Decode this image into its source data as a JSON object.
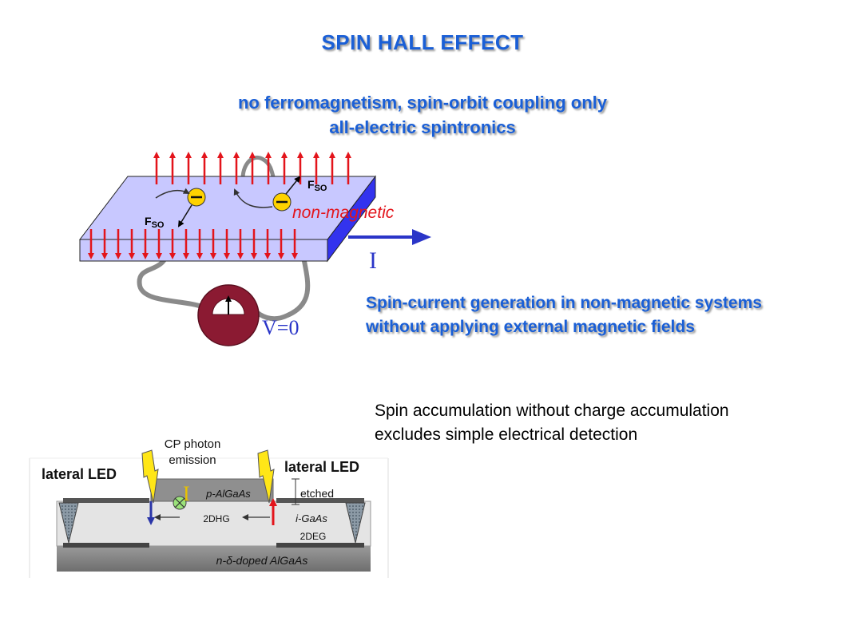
{
  "title": "SPIN HALL EFFECT",
  "subtitle_lines": [
    "no ferromagnetism, spin-orbit coupling only",
    "all-electric spintronics"
  ],
  "diagram": {
    "force_label": "F",
    "force_subscript": "SO",
    "material_label": "non-magnetic",
    "current_label": "I",
    "voltage_label": "V=0",
    "electron_symbol": "–"
  },
  "statement_lines": [
    "Spin-current generation in non-magnetic systems",
    "without applying external magnetic fields"
  ],
  "accumulation_lines": [
    "Spin accumulation without charge accumulation",
    "excludes simple electrical detection"
  ],
  "device": {
    "left_led_label": "lateral LED",
    "right_led_label": "lateral LED",
    "photon_label_lines": [
      "CP photon",
      "emission"
    ],
    "current_label": "I",
    "etched_label": "etched",
    "p_layer": "p-AlGaAs",
    "i_layer": "i-GaAs",
    "hole_gas": "2DHG",
    "electron_gas": "2DEG",
    "substrate": "n-δ-doped AlGaAs"
  }
}
